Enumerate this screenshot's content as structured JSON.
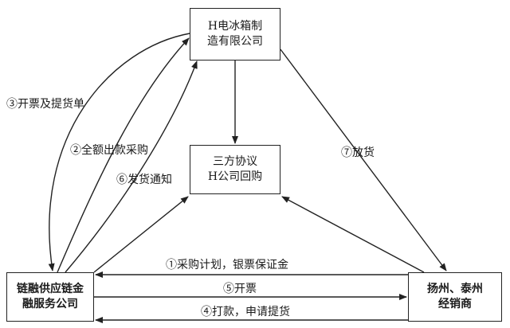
{
  "nodes": {
    "h_company": "H电冰箱制\n造有限公司",
    "agreement": "三方协议\nH公司回购",
    "supply_chain": "链融供应链金\n融服务公司",
    "dealers": "扬州、泰州\n经销商"
  },
  "edges": {
    "e1": "①采购计划，银票保证金",
    "e2": "②全额出款采购",
    "e3": "③开票及提货单",
    "e4": "④打款，申请提货",
    "e5": "⑤开票",
    "e6": "⑥发货通知",
    "e7": "⑦放货"
  }
}
